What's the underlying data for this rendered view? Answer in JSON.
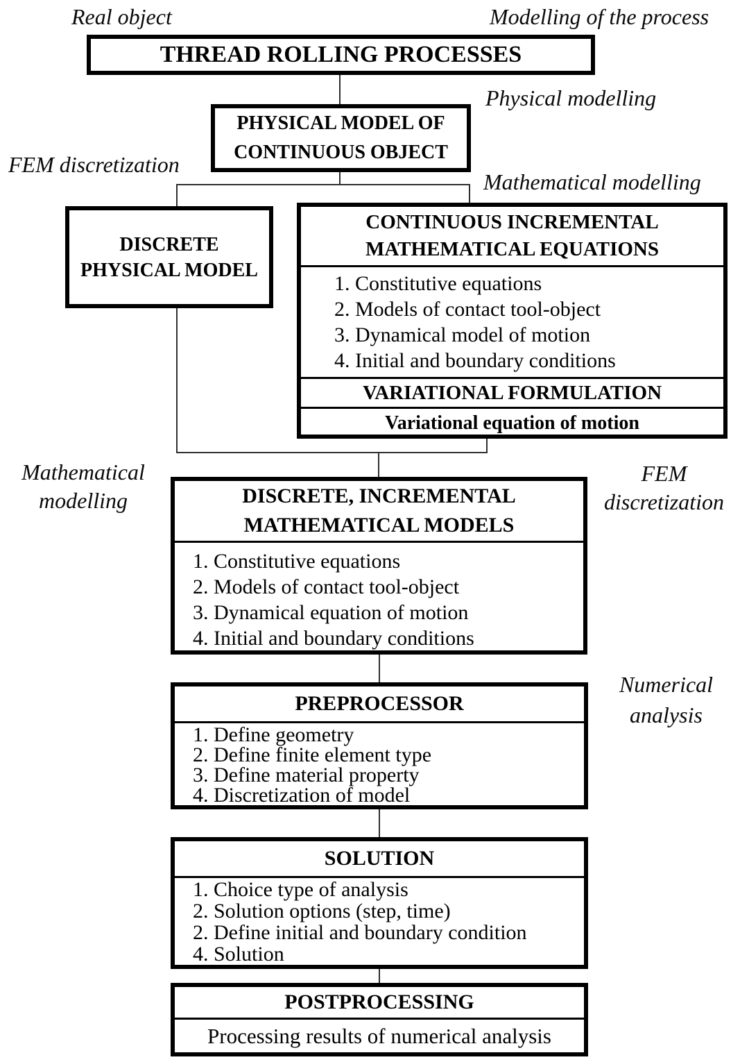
{
  "annotations": {
    "real_object": "Real object",
    "modelling_of_process": "Modelling of the process",
    "physical_modelling": "Physical modelling",
    "fem_discretization_top": "FEM discretization",
    "mathematical_modelling_right": "Mathematical modelling",
    "mathematical_modelling_left": {
      "line1": "Mathematical",
      "line2": "modelling"
    },
    "fem_discretization_right": {
      "line1": "FEM",
      "line2": "discretization"
    },
    "numerical_analysis": {
      "line1": "Numerical",
      "line2": "analysis"
    }
  },
  "boxes": {
    "thread_rolling": {
      "title": "THREAD ROLLING PROCESSES"
    },
    "physical_model": {
      "line1": "PHYSICAL MODEL OF",
      "line2": "CONTINUOUS OBJECT"
    },
    "discrete_physical": {
      "line1": "DISCRETE",
      "line2": "PHYSICAL MODEL"
    },
    "continuous_incremental": {
      "header_line1": "CONTINUOUS INCREMENTAL",
      "header_line2": "MATHEMATICAL EQUATIONS",
      "items": [
        "1. Constitutive equations",
        "2. Models of contact tool-object",
        "3. Dynamical model of motion",
        "4. Initial and boundary conditions"
      ],
      "variational_title": "VARIATIONAL FORMULATION",
      "variational_subtitle": "Variational equation of motion"
    },
    "discrete_incremental": {
      "header_line1": "DISCRETE, INCREMENTAL",
      "header_line2": "MATHEMATICAL MODELS",
      "items": [
        "1. Constitutive equations",
        "2. Models of contact tool-object",
        "3. Dynamical equation of motion",
        "4. Initial and boundary conditions"
      ]
    },
    "preprocessor": {
      "header": "PREPROCESSOR",
      "items": [
        "1. Define geometry",
        "2. Define finite element type",
        "3. Define material property",
        "4. Discretization of model"
      ]
    },
    "solution": {
      "header": "SOLUTION",
      "items": [
        "1. Choice type of analysis",
        "2. Solution options (step, time)",
        "2. Define initial and boundary condition",
        "4. Solution"
      ]
    },
    "postprocessing": {
      "header": "POSTPROCESSING",
      "subtitle": "Processing results of numerical analysis"
    }
  },
  "colors": {
    "line": "#000000",
    "connector": "#2e2e2e",
    "background": "#ffffff",
    "text": "#000000"
  }
}
